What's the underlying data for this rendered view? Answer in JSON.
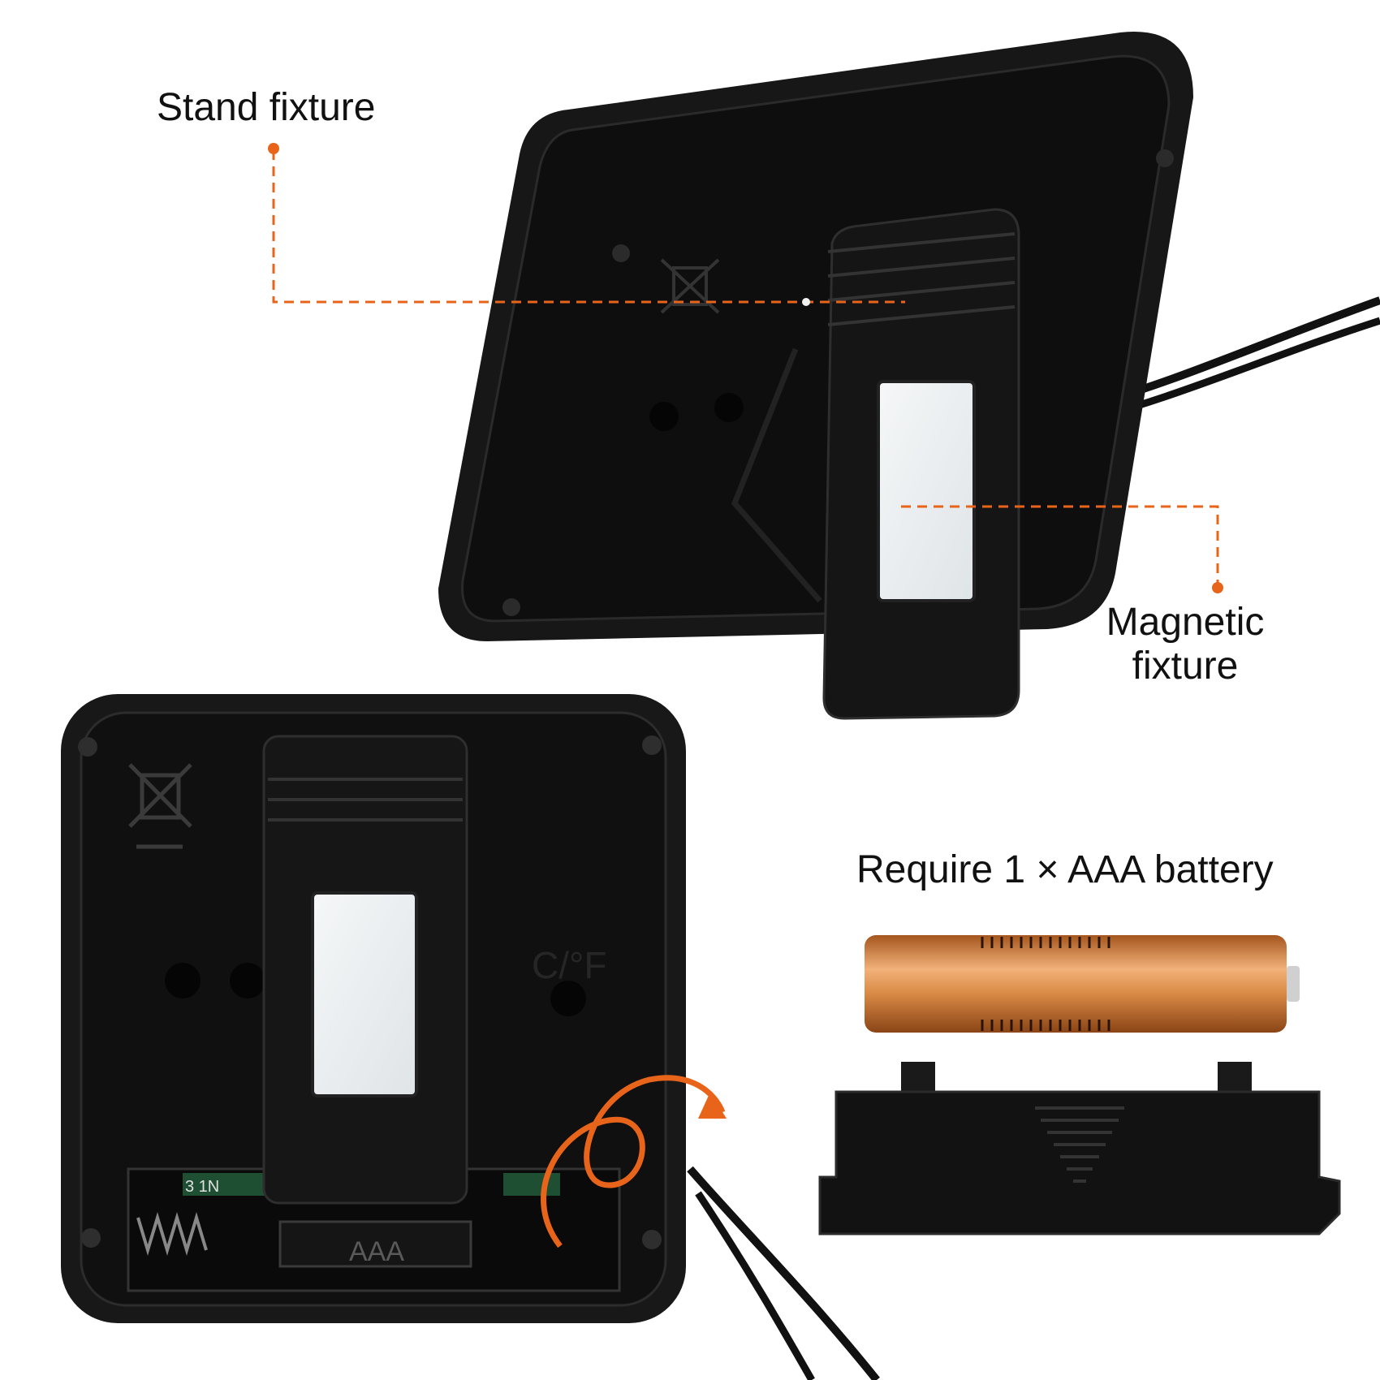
{
  "labels": {
    "stand_fixture": "Stand fixture",
    "magnetic_fixture_line1": "Magnetic",
    "magnetic_fixture_line2": "fixture",
    "battery_requirement": "Require 1 × AAA battery"
  },
  "device_markings": {
    "unit_toggle": "C/°F",
    "battery_type": "AAA",
    "board_marks": "3 1N"
  },
  "colors": {
    "accent": "#e8641a",
    "device_body": "#141414",
    "magnet_pad": "#e9edf0",
    "battery_copper": "#c9762f"
  }
}
